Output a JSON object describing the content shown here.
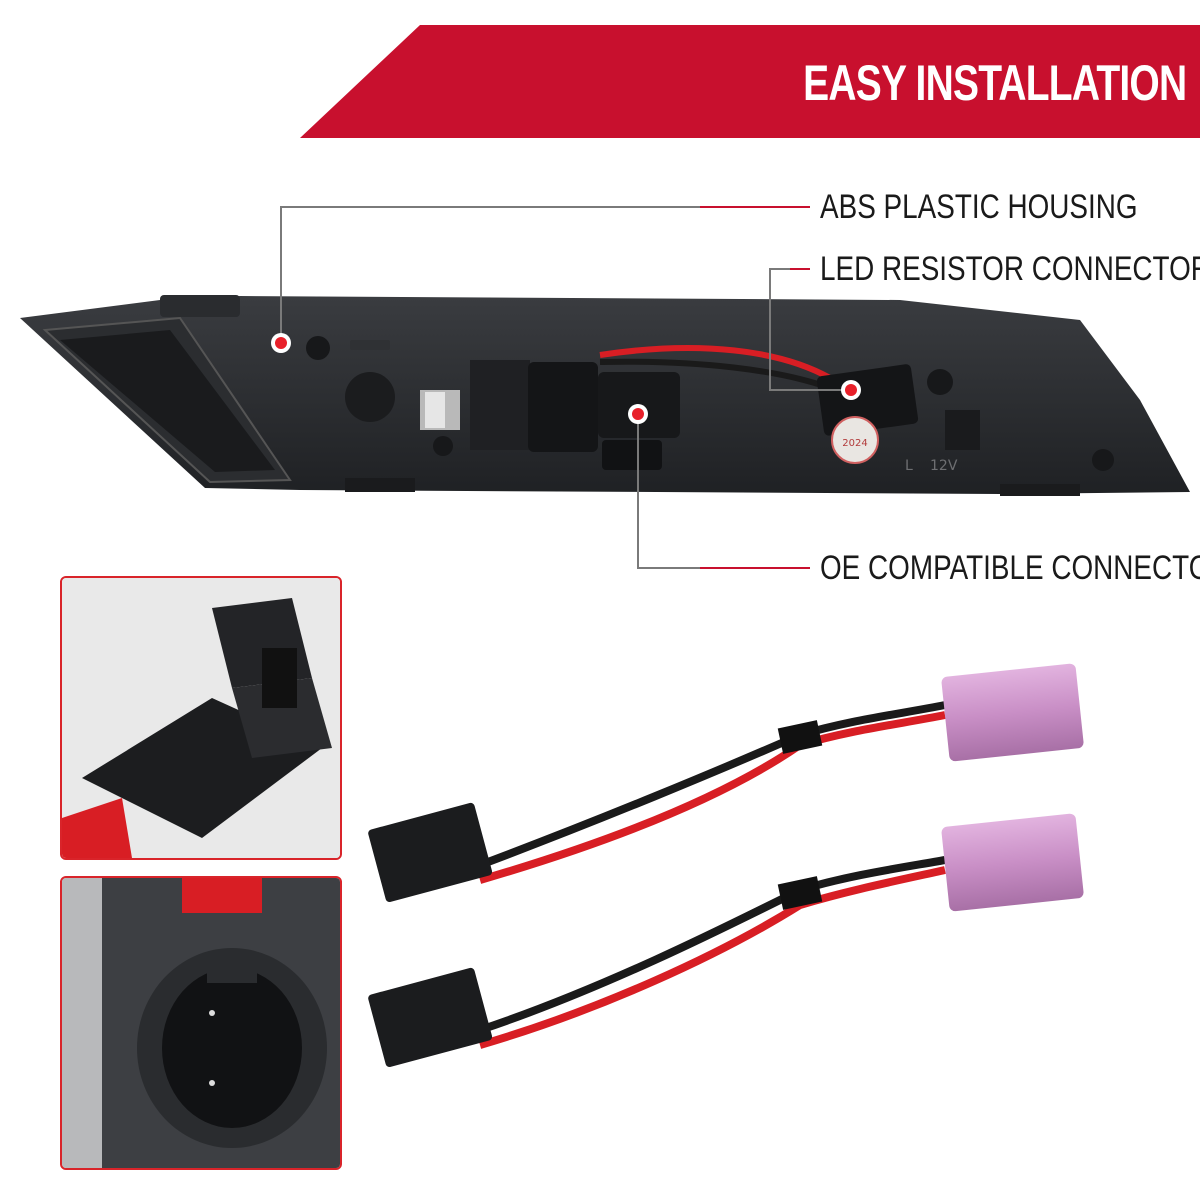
{
  "banner": {
    "title": "EASY INSTALLATION",
    "color": "#c8102e"
  },
  "callouts": {
    "housing": "ABS PLASTIC HOUSING",
    "resistor": "LED RESISTOR CONNECTOR",
    "oe": "OE COMPATIBLE CONNECTOR"
  },
  "product": {
    "voltage_mark": "12V",
    "side_mark": "L",
    "date_stamp": "2024"
  },
  "colors": {
    "accent": "#c8102e",
    "leader_line": "#7a7a7a",
    "marker": "#e8202a",
    "resistor": "#c98fc6"
  }
}
